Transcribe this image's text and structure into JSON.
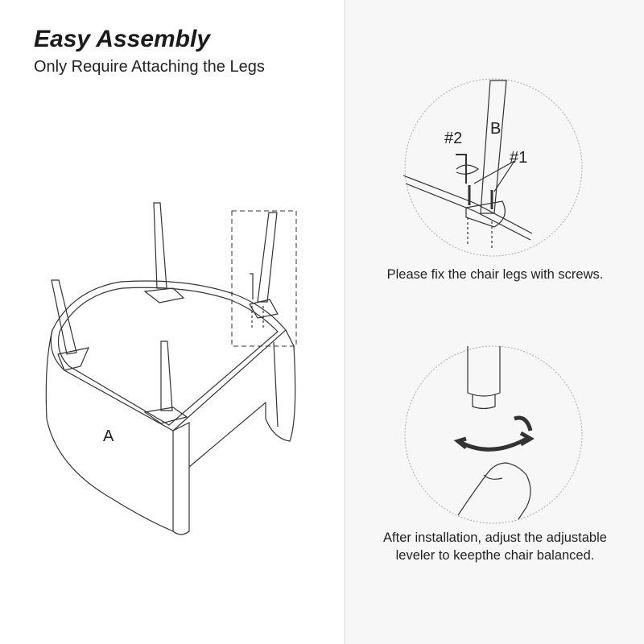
{
  "header": {
    "title": "Easy Assembly",
    "subtitle": "Only Require Attaching the Legs"
  },
  "diagram": {
    "part_a": "A",
    "part_b": "B",
    "screw_1": "#1",
    "hex_key_2": "#2"
  },
  "steps": [
    {
      "caption": "Please fix the chair legs with screws."
    },
    {
      "caption_line1": "After installation, adjust the adjustable",
      "caption_line2": "leveler to keepthe chair balanced."
    }
  ]
}
